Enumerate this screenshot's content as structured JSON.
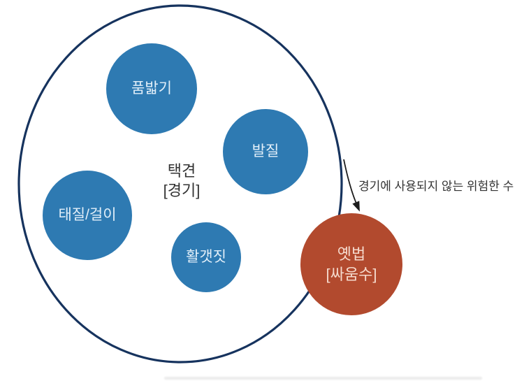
{
  "diagram": {
    "center_label": {
      "line1": "택견",
      "line2": "[경기]"
    },
    "inner_circles": [
      {
        "label": "품밟기"
      },
      {
        "label": "발질"
      },
      {
        "label": "태질/걸이"
      },
      {
        "label": "활갯짓"
      }
    ],
    "outer_circle": {
      "line1": "옛법",
      "line2": "[싸움수]"
    },
    "annotation": "경기에 사용되지 않는 위험한 수",
    "colors": {
      "inner_fill": "#2e7ab2",
      "outer_fill": "#b24a2e",
      "boundary_stroke": "#16335e",
      "arrow": "#1c1c1c",
      "label_text": "#333333",
      "inner_text": "#e2eff9",
      "outer_text": "#f5dacd",
      "background": "#ffffff"
    }
  }
}
